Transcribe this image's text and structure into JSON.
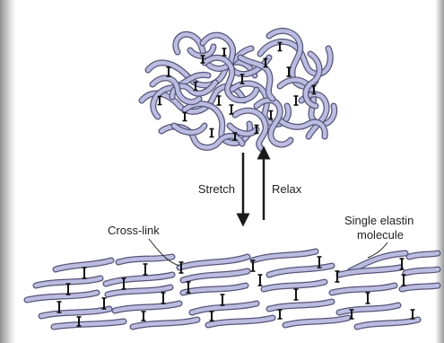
{
  "labels": {
    "stretch": "Stretch",
    "relax": "Relax",
    "cross_link": "Cross-link",
    "single_elastin_line1": "Single elastin",
    "single_elastin_line2": "molecule"
  },
  "colors": {
    "fiber_outline": "#55557a",
    "fiber_fill": "#bcbce0",
    "crosslink": "#111111",
    "arrow": "#1a1a1a"
  }
}
